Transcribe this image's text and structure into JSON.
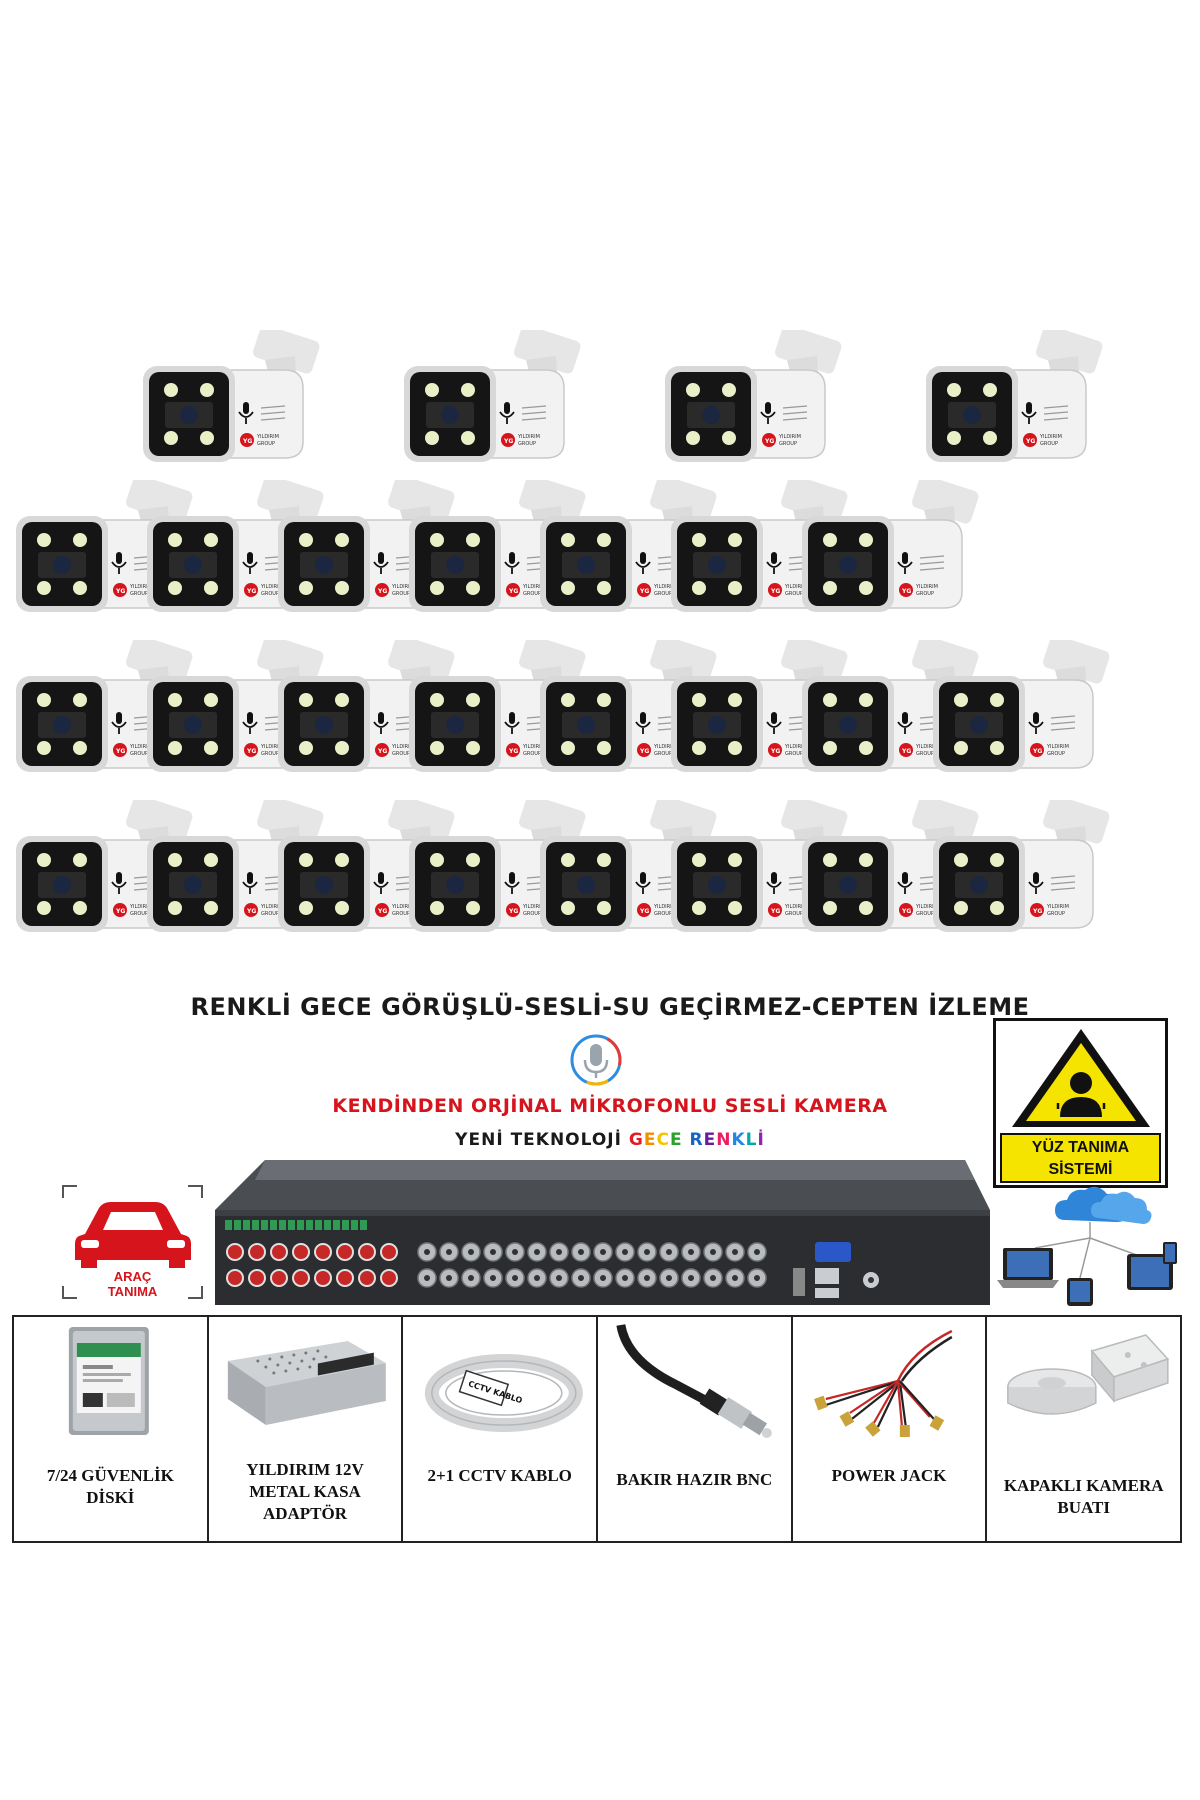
{
  "camera_brand_text": "YILDIRIM GROUP",
  "camera_brand_mark": "YG",
  "camera_rows": [
    4,
    7,
    8,
    8
  ],
  "headline_features": "RENKLİ GECE GÖRÜŞLÜ-SESLİ-SU GEÇİRMEZ-CEPTEN İZLEME",
  "headline_microphone": "KENDİNDEN ORJİNAL MİKROFONLU SESLİ KAMERA",
  "headline_newtech_prefix": "YENİ TEKNOLOJİ ",
  "headline_newtech_words": [
    "GECE",
    "RENKLİ"
  ],
  "newtech_letter_colors": [
    "#e31b23",
    "#f28c00",
    "#f5c400",
    "#2aa12a",
    "#1565c0",
    "#6a1b9a",
    "#e91e63",
    "#1e88e5",
    "#00a8a8",
    "#8e24aa"
  ],
  "face_sign": {
    "line1": "YÜZ TANIMA",
    "line2": "SİSTEMİ"
  },
  "car_badge": {
    "line1": "ARAÇ",
    "line2": "TANIMA"
  },
  "accessories": [
    {
      "label_lines": [
        "7/24 GÜVENLİK",
        "DİSKİ"
      ],
      "icon": "hard-disk-icon"
    },
    {
      "label_lines": [
        "YILDIRIM 12V",
        "METAL KASA",
        "ADAPTÖR"
      ],
      "icon": "power-supply-icon"
    },
    {
      "label_lines": [
        "2+1 CCTV KABLO"
      ],
      "icon": "cable-coil-icon"
    },
    {
      "label_lines": [
        "BAKIR HAZIR BNC"
      ],
      "icon": "bnc-connector-icon"
    },
    {
      "label_lines": [
        "POWER JACK"
      ],
      "icon": "power-jack-icon"
    },
    {
      "label_lines": [
        "KAPAKLI KAMERA",
        "BUATI"
      ],
      "icon": "junction-box-icon"
    }
  ],
  "cable_tag_text": "CCTV KABLO",
  "colors": {
    "accent_red": "#d6141c",
    "warning_yellow": "#f4e400",
    "camera_face": "#151515",
    "camera_body": "#f2f2f2"
  }
}
